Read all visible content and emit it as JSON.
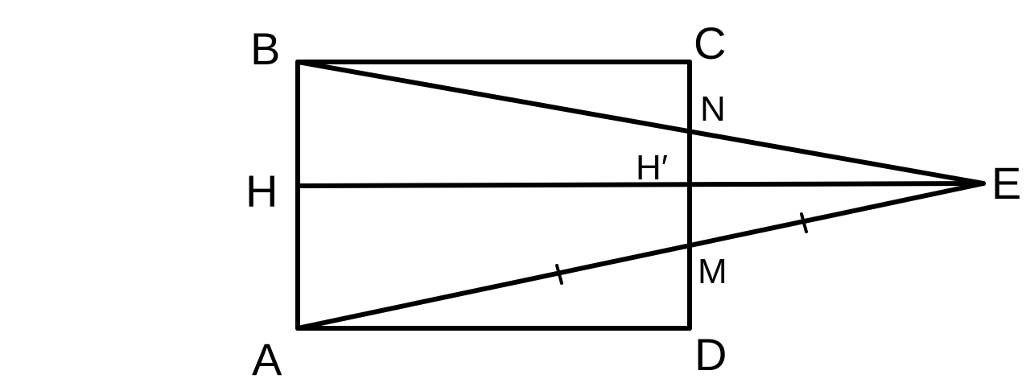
{
  "figure": {
    "labels": {
      "A": "A",
      "B": "B",
      "C": "C",
      "D": "D",
      "E": "E",
      "H": "H",
      "H_prime": "H′",
      "M": "M",
      "N": "N"
    },
    "segments": [
      "AB",
      "BC",
      "CD",
      "DA",
      "BE",
      "AE",
      "HE"
    ],
    "equal_marks_on": "AE"
  }
}
